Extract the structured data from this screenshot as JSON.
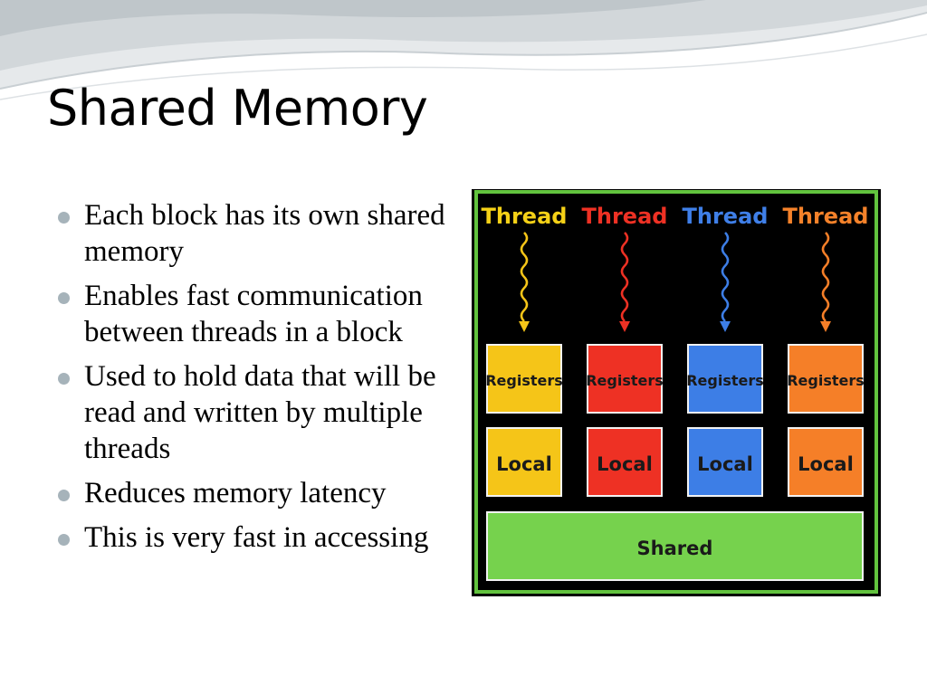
{
  "slide": {
    "title": "Shared Memory",
    "bullets": [
      "Each block has its own shared memory",
      "Enables fast communication between threads in a block",
      "Used to hold data that will be read and written by multiple threads",
      "Reduces memory latency",
      "This is very fast in accessing"
    ]
  },
  "diagram": {
    "columns": [
      {
        "thread": "Thread",
        "registers": "Registers",
        "local": "Local",
        "color": "#f5c518",
        "text_color": "#f5d117"
      },
      {
        "thread": "Thread",
        "registers": "Registers",
        "local": "Local",
        "color": "#ee3124",
        "text_color": "#ee3124"
      },
      {
        "thread": "Thread",
        "registers": "Registers",
        "local": "Local",
        "color": "#3d7ee6",
        "text_color": "#3f7fe8"
      },
      {
        "thread": "Thread",
        "registers": "Registers",
        "local": "Local",
        "color": "#f57f28",
        "text_color": "#f5822a"
      }
    ],
    "shared_label": "Shared",
    "shared_color": "#76d24d",
    "border_color": "#62c33e"
  }
}
